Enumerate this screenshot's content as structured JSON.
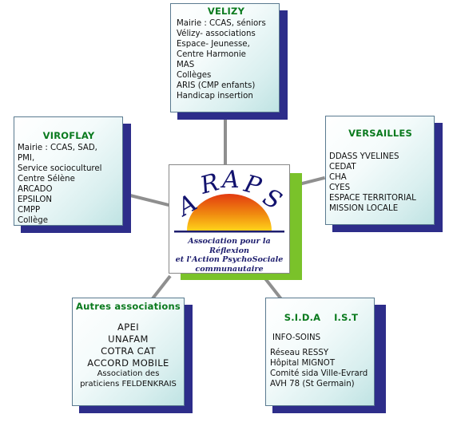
{
  "center": {
    "logo_text": "ARAPS",
    "caption": [
      "Association pour la Réflexion",
      "et l'Action PsychoSociale",
      "communautaire"
    ]
  },
  "boxes": {
    "velizy": {
      "title": "VELIZY",
      "items": [
        "Mairie : CCAS, séniors",
        "Vélizy- associations",
        "Espace- Jeunesse,",
        "Centre Harmonie",
        "MAS",
        "Collèges",
        "ARIS (CMP enfants)",
        "Handicap insertion"
      ]
    },
    "viroflay": {
      "title": "VIROFLAY",
      "items": [
        "Mairie : CCAS, SAD,",
        "PMI,",
        "Service socioculturel",
        "Centre Sélène",
        "ARCADO",
        "EPSILON",
        "CMPP",
        "Collège"
      ]
    },
    "versailles": {
      "title": "VERSAILLES",
      "items": [
        "DDASS YVELINES",
        "CEDAT",
        "CHA",
        "CYES",
        "ESPACE TERRITORIAL",
        "MISSION LOCALE"
      ]
    },
    "autres": {
      "title": "Autres associations",
      "items": [
        "APEI",
        "UNAFAM",
        "COTRA CAT",
        "ACCORD MOBILE"
      ],
      "small_items": [
        "Association des",
        "praticiens FELDENKRAIS"
      ]
    },
    "sida": {
      "title": "S.I.D.A    I.S.T",
      "items": [
        "INFO-SOINS",
        "Réseau RESSY",
        "Hôpital MIGNOT",
        "Comité sida Ville-Evrard",
        "AVH 78 (St Germain)"
      ]
    }
  },
  "colors": {
    "title_green": "#0a7a1e",
    "shadow_navy": "#2d2d8a",
    "center_green": "#7ac22a",
    "logo_navy": "#1e1e6e"
  }
}
